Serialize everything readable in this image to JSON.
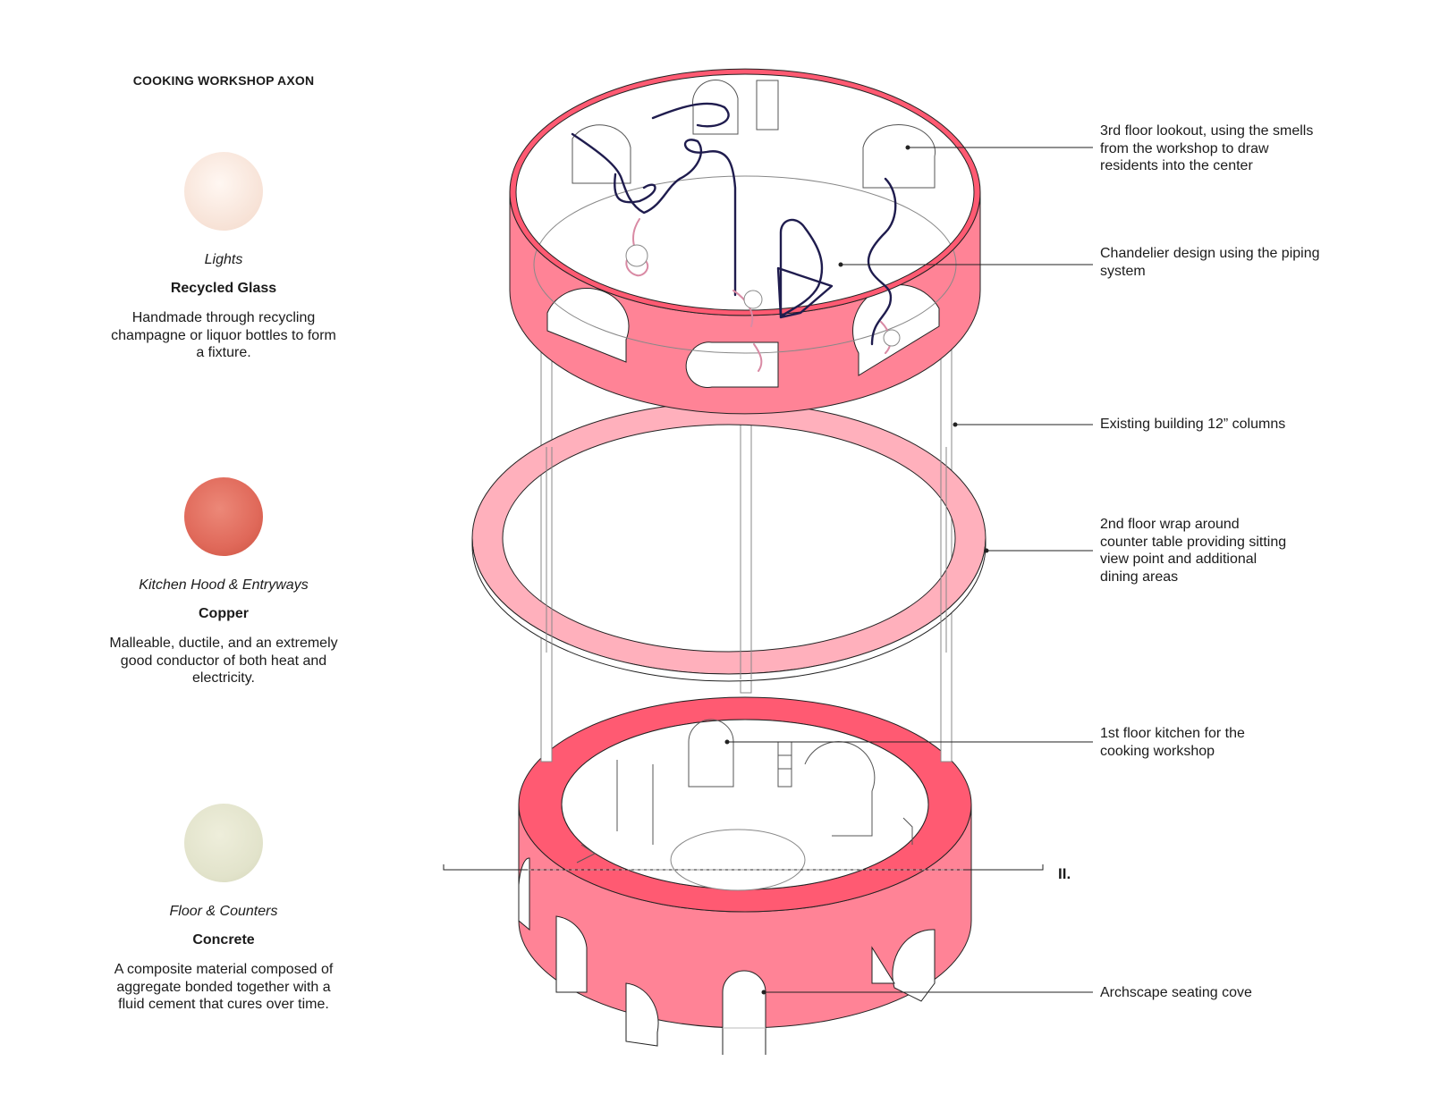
{
  "title": "COOKING WORKSHOP AXON",
  "materials": [
    {
      "category": "Lights",
      "name": "Recycled Glass",
      "description": "Handmade through recycling champagne or liquor bottles to form a fixture.",
      "swatch_color": "#f9e6dc",
      "icon": "recycled-glass-swatch"
    },
    {
      "category": "Kitchen Hood & Entryways",
      "name": "Copper",
      "description": "Malleable, ductile, and an extremely good conductor of both heat and electricity.",
      "swatch_color": "#e0695a",
      "icon": "copper-swatch"
    },
    {
      "category": "Floor & Counters",
      "name": "Concrete",
      "description": "A composite material composed of aggregate bonded together with a fluid cement that cures over time.",
      "swatch_color": "#e2e3cb",
      "icon": "concrete-swatch"
    }
  ],
  "callouts": [
    {
      "text": "3rd floor lookout, using the smells from the workshop to draw residents into the center"
    },
    {
      "text": "Chandelier design using the piping system"
    },
    {
      "text": "Existing building 12” columns"
    },
    {
      "text": "2nd floor wrap around counter table providing sitting view point and additional dining areas"
    },
    {
      "text": "1st floor kitchen for the cooking workshop"
    },
    {
      "text": "Archscape seating cove"
    }
  ],
  "section_marker": "II.",
  "colors": {
    "ring_dark": "#ff5a72",
    "ring_mid": "#ff8396",
    "ring_light": "#ffb0bc",
    "pipe": "#1f1c4e",
    "pipe_pink": "#d98aa4",
    "outline": "#222222"
  }
}
